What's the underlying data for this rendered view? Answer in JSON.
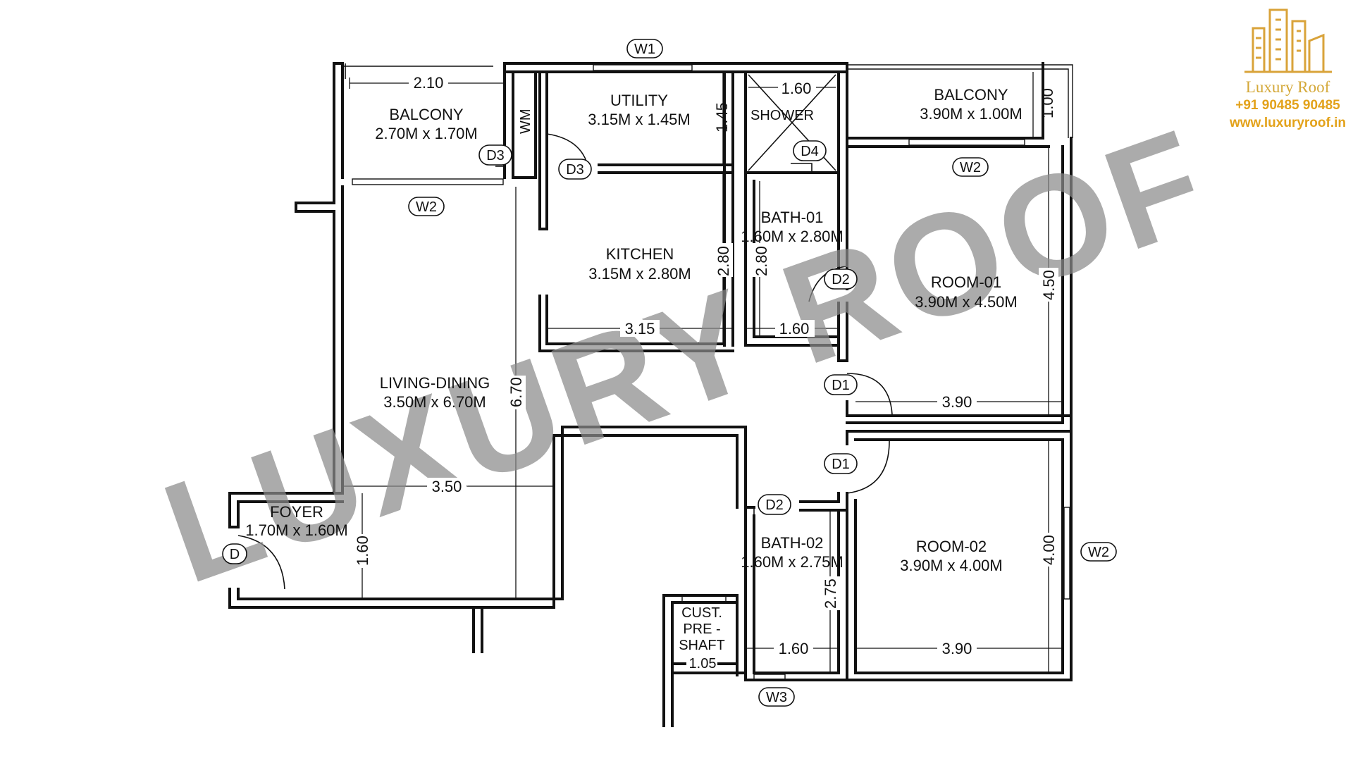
{
  "watermark": "LUXURY ROOF",
  "brand": {
    "name": "Luxury Roof",
    "phone": "+91 90485 90485",
    "website": "www.luxuryroof.in",
    "logo_icon": "building-logo-icon",
    "color": "#e3a21a"
  },
  "rooms": {
    "balcony_left": {
      "name": "BALCONY",
      "size": "2.70M x 1.70M"
    },
    "utility": {
      "name": "UTILITY",
      "size": "3.15M x 1.45M"
    },
    "shower": {
      "name": "SHOWER"
    },
    "balcony_right": {
      "name": "BALCONY",
      "size": "3.90M x 1.00M"
    },
    "kitchen": {
      "name": "KITCHEN",
      "size": "3.15M x 2.80M"
    },
    "bath_01": {
      "name": "BATH-01",
      "size": "1.60M x 2.80M"
    },
    "room_01": {
      "name": "ROOM-01",
      "size": "3.90M x 4.50M"
    },
    "living_dining": {
      "name": "LIVING-DINING",
      "size": "3.50M x 6.70M"
    },
    "foyer": {
      "name": "FOYER",
      "size": "1.70M x 1.60M"
    },
    "bath_02": {
      "name": "BATH-02",
      "size": "1.60M x 2.75M"
    },
    "room_02": {
      "name": "ROOM-02",
      "size": "3.90M x 4.00M"
    },
    "cust_shaft": {
      "line1": "CUST.",
      "line2": "PRE -",
      "line3": "SHAFT"
    },
    "wm": {
      "name": "WM"
    }
  },
  "dimensions": {
    "balcony_left_w": "2.10",
    "utility_h": "1.45",
    "shower_w": "1.60",
    "balcony_right_h": "1.00",
    "kitchen_h": "2.80",
    "bath01_h": "2.80",
    "room01_h": "4.50",
    "kitchen_w": "3.15",
    "bath01_w": "1.60",
    "living_h": "6.70",
    "room01_w": "3.90",
    "living_w": "3.50",
    "foyer_h": "1.60",
    "room02_h": "4.00",
    "bath02_h": "2.75",
    "bath02_w": "1.60",
    "room02_w": "3.90",
    "shaft_w": "1.05"
  },
  "tags": {
    "w1": "W1",
    "w2_living": "W2",
    "w2_room01": "W2",
    "w2_room02": "W2",
    "w3": "W3",
    "d3_balcony": "D3",
    "d3_utility": "D3",
    "d4": "D4",
    "d2_bath01": "D2",
    "d1_room01": "D1",
    "d1_room02": "D1",
    "d2_bath02": "D2",
    "d_main": "D"
  }
}
